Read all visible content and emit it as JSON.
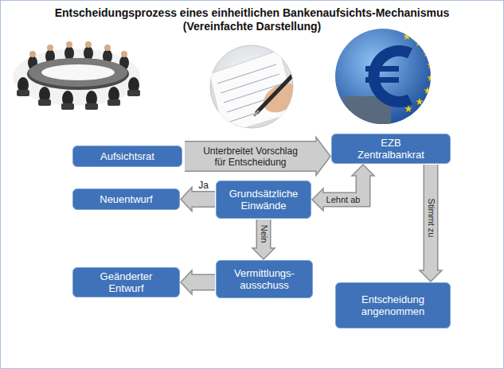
{
  "diagram": {
    "title": "Entscheidungsprozess eines einheitlichen Bankenaufsichts-Mechanismus",
    "nodes": [
      {
        "text": [
          "Aufsichtsrat"
        ]
      },
      {
        "text": [
          "EZB Zentralbankrat"
        ]
      },
      {
        "text": [
          "Grundsätzliche Einwände"
        ]
      },
      {
        "text": [
          "Neuentwurf"
        ]
      },
      {
        "text": [
          "Vermittlungs- ausschuss"
        ]
      },
      {
        "text": [
          "Geänderter Entwurf"
        ]
      },
      {
        "text": [
          "Entscheidung angenommen"
        ]
      }
    ],
    "edges": [
      {
        "from": 0,
        "to": 1,
        "label": "Unterbreitet Vorschlag für Entscheidung",
        "arrow": "to"
      },
      {
        "from": 1,
        "to": 2,
        "label": "Lehnt ab",
        "arrow": "both"
      },
      {
        "from": 2,
        "to": 3,
        "label": "Ja",
        "arrow": "to"
      },
      {
        "from": 2,
        "to": 4,
        "label": "Nein",
        "arrow": "to"
      },
      {
        "from": 4,
        "to": 5,
        "arrow": "to"
      },
      {
        "from": 1,
        "to": 6,
        "label": "Stimmt zu",
        "arrow": "to"
      }
    ],
    "labels": [
      "(Vereinfachte Darstellung)"
    ]
  }
}
